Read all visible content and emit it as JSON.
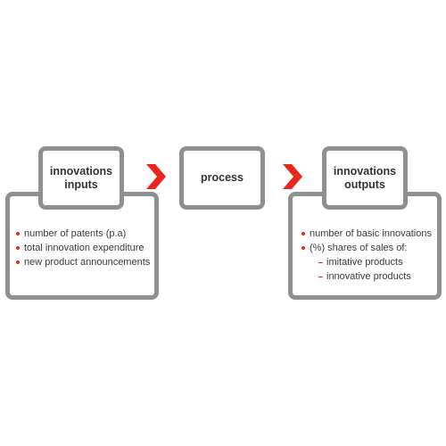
{
  "inputs": {
    "title_line1": "innovations",
    "title_line2": "inputs",
    "items": [
      "number of patents (p.a)",
      "total innovation expenditure",
      "new product announcements"
    ]
  },
  "process": {
    "title": "process"
  },
  "outputs": {
    "title_line1": "innovations",
    "title_line2": "outputs",
    "items": [
      "number of basic innovations",
      "(%) shares of sales of:"
    ],
    "subitems": [
      "imitative products",
      "innovative products"
    ]
  },
  "icons": {
    "arrow": "chevron-right-icon"
  },
  "colors": {
    "accent": "#e8261c",
    "border": "#8f8f8f",
    "text": "#3a3a3a"
  }
}
